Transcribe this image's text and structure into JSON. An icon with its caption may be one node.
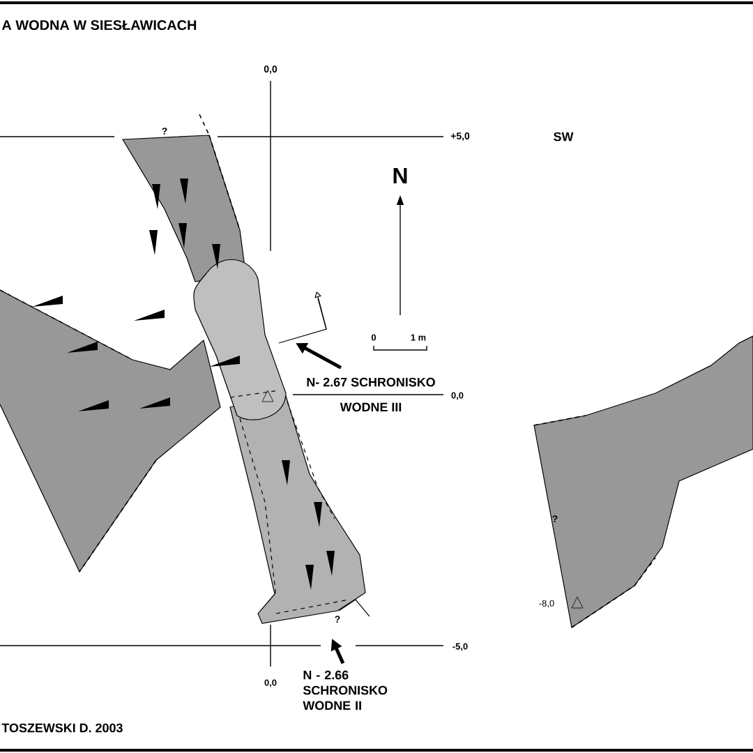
{
  "diagram": {
    "title": "A WODNA W SIESŁAWICACH",
    "nodes": [
      {
        "text": [
          "N- 2.67 SCHRONISKO",
          "WODNE III"
        ]
      },
      {
        "text": [
          "N - 2.66 SCHRONISKO WODNE II"
        ]
      }
    ],
    "edges": [
      {
        "from": 0,
        "to": null,
        "arrow": "to"
      },
      {
        "from": 1,
        "to": null,
        "arrow": "to"
      }
    ],
    "labels": [
      "0,0",
      "?",
      "+5,0",
      "SW",
      "N",
      "0",
      "1 m",
      "0,0",
      "?",
      "-5,0",
      "0,0",
      "?",
      "-8,0",
      "TOSZEWSKI D. 2003"
    ]
  }
}
